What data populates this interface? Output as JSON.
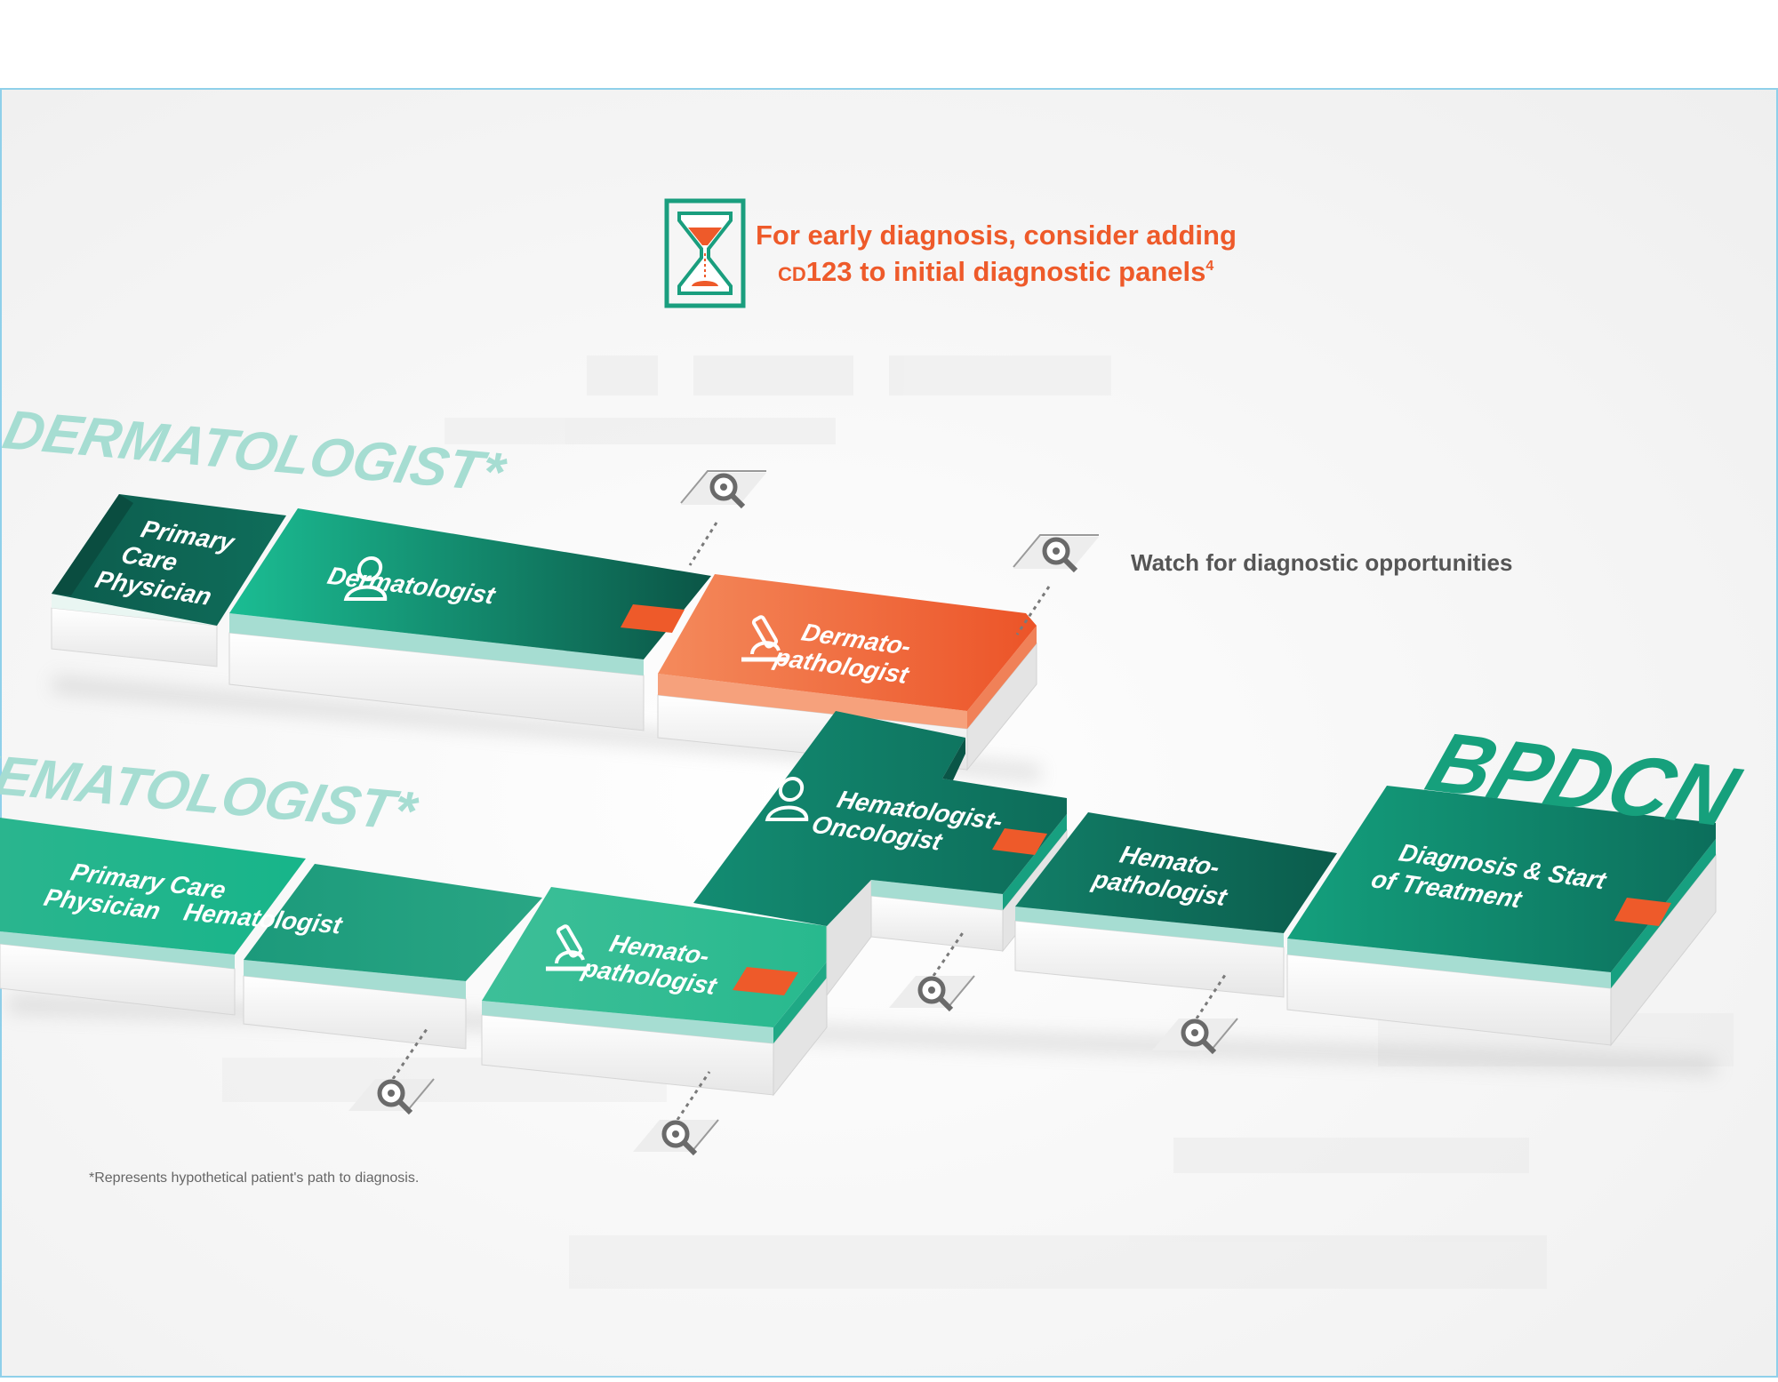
{
  "callout": {
    "line1": "For early diagnosis, consider adding",
    "line2_prefix": "CD",
    "line2_main": "123 to initial diagnostic panels",
    "line2_sup": "4"
  },
  "watch_label": "Watch for diagnostic opportunities",
  "footnote": "*Represents hypothetical patient's path to diagnosis.",
  "tracks": {
    "dermatologist": {
      "title": "DERMATOLOGIST*",
      "primary_care": [
        "Primary",
        "Care",
        "Physician"
      ],
      "dermatologist": "Dermatologist",
      "dermatopathologist": [
        "Dermato-",
        "pathologist"
      ]
    },
    "hematologist": {
      "title": "HEMATOLOGIST*",
      "primary_care": [
        "Primary Care",
        "Physician"
      ],
      "hematologist": "Hematologist",
      "hematopathologist": [
        "Hemato-",
        "pathologist"
      ],
      "hematologist_oncologist": [
        "Hematologist-",
        "Oncologist"
      ],
      "hematopathologist_2": [
        "Hemato-",
        "pathologist"
      ]
    }
  },
  "destination": {
    "title": "BPDCN",
    "tile": [
      "Diagnosis & Start",
      "of Treatment"
    ]
  },
  "icons": {
    "hourglass": "hourglass-icon",
    "magnifier": "magnifier-eye-icon",
    "person": "doctor-person-icon",
    "microscope": "microscope-icon"
  },
  "colors": {
    "teal_dark": "#0b5e4e",
    "teal": "#16a07c",
    "teal_light": "#3cbf9a",
    "teal_pale": "#a6ddd2",
    "orange": "#ee5a2a",
    "orange_light": "#f38355",
    "gray_text": "#555555"
  }
}
